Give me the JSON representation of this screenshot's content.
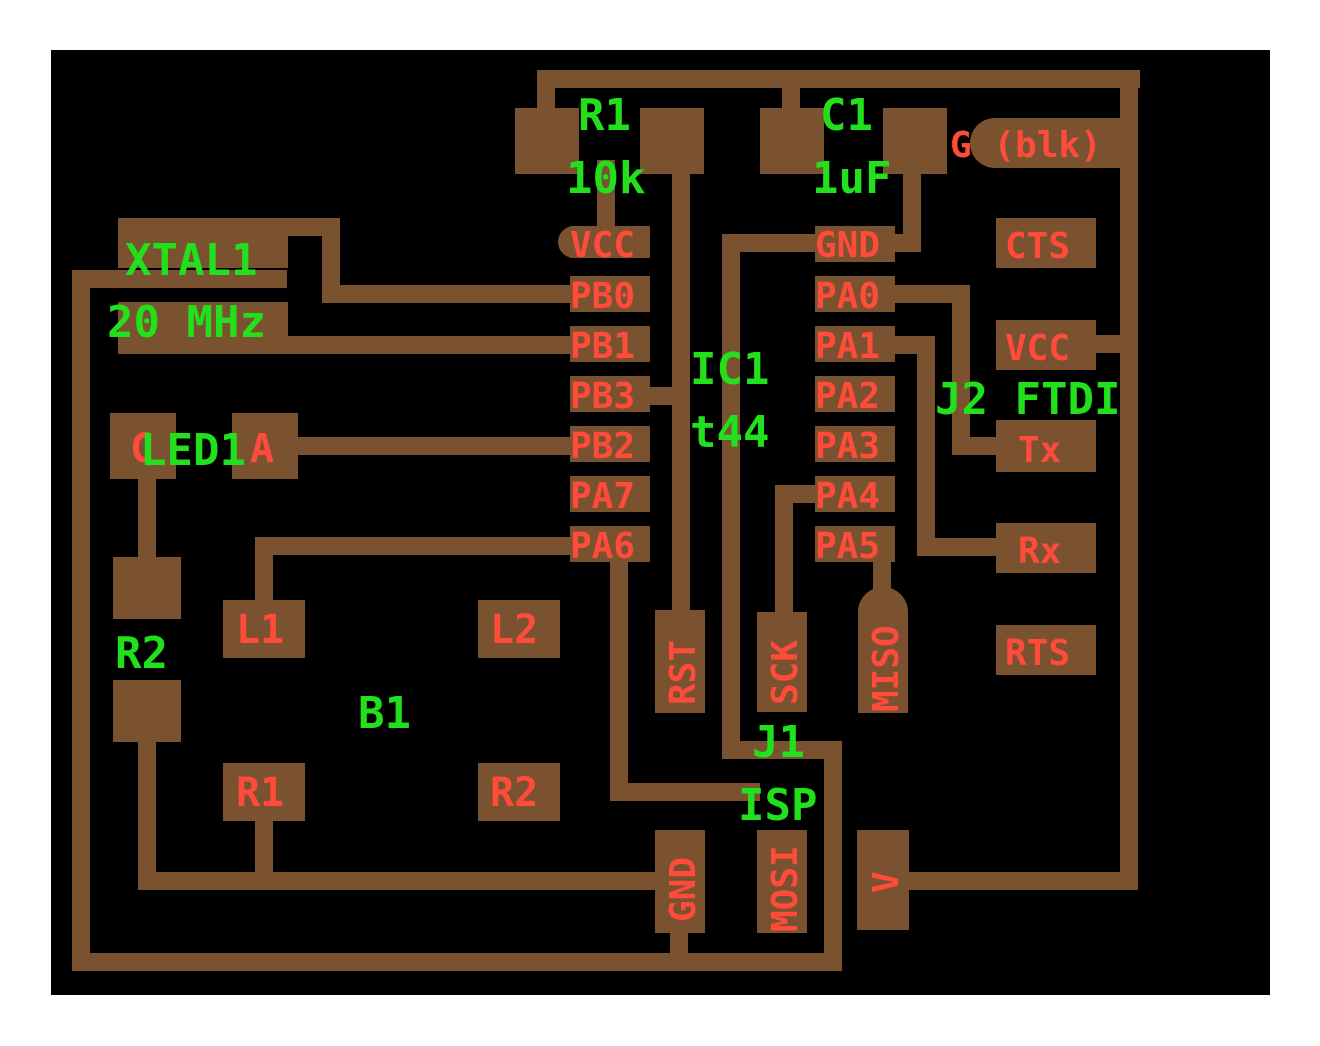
{
  "colors": {
    "board": "#000000",
    "copper": "#7a5230",
    "pad_text": "#ff4b3a",
    "silk_text": "#22e01c",
    "background": "#ffffff"
  },
  "silkscreen": {
    "r1_ref": "R1",
    "r1_val": "10k",
    "c1_ref": "C1",
    "c1_val": "1uF",
    "xtal_ref": "XTAL1",
    "xtal_val": "20 MHz",
    "ic_ref": "IC1",
    "ic_val": "t44",
    "j2": "J2 FTDI",
    "led_ref": "LED1",
    "r2_ref": "R2",
    "b1": "B1",
    "j1_ref": "J1",
    "j1_val": "ISP"
  },
  "ic_pins_left": [
    "VCC",
    "PB0",
    "PB1",
    "PB3",
    "PB2",
    "PA7",
    "PA6"
  ],
  "ic_pins_right": [
    "GND",
    "PA0",
    "PA1",
    "PA2",
    "PA3",
    "PA4",
    "PA5"
  ],
  "ftdi_pins": [
    "G (blk)",
    "CTS",
    "VCC",
    "Tx",
    "Rx",
    "RTS"
  ],
  "button_pads": [
    "L1",
    "L2",
    "R1",
    "R2"
  ],
  "led_pins": {
    "cathode": "C",
    "anode": "A"
  },
  "isp_pins": [
    "RST",
    "SCK",
    "MISO",
    "GND",
    "MOSI",
    "V"
  ]
}
